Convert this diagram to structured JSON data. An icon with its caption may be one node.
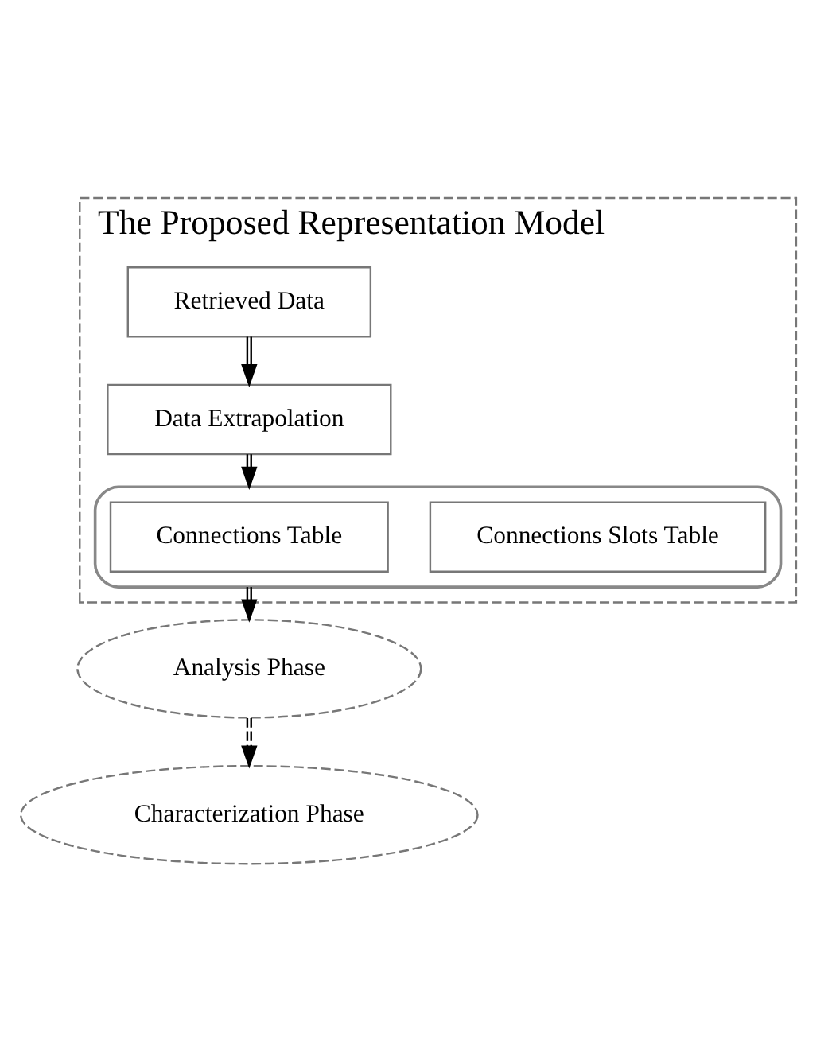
{
  "diagram": {
    "nodes": [
      {
        "text": [
          "The Proposed Representation Model"
        ]
      },
      {
        "text": [
          "Retrieved Data"
        ],
        "in": 0
      },
      {
        "text": [
          "Data Extrapolation"
        ],
        "in": 0
      },
      {
        "text": [],
        "shape": "box",
        "in": 0
      },
      {
        "text": [
          "Connections Table"
        ],
        "in": 3
      },
      {
        "text": [
          "Connections Slots Table"
        ],
        "in": 3
      },
      {
        "text": [
          "Analysis Phase"
        ]
      },
      {
        "text": [
          "Characterization Phase"
        ]
      }
    ],
    "edges": [
      {
        "from": 1,
        "to": 2,
        "arrow": "to"
      },
      {
        "from": 2,
        "to": 3,
        "arrow": "to"
      },
      {
        "from": 3,
        "to": 6,
        "arrow": "to"
      },
      {
        "from": 6,
        "to": 7,
        "arrow": "to",
        "style": "dashed"
      }
    ]
  }
}
